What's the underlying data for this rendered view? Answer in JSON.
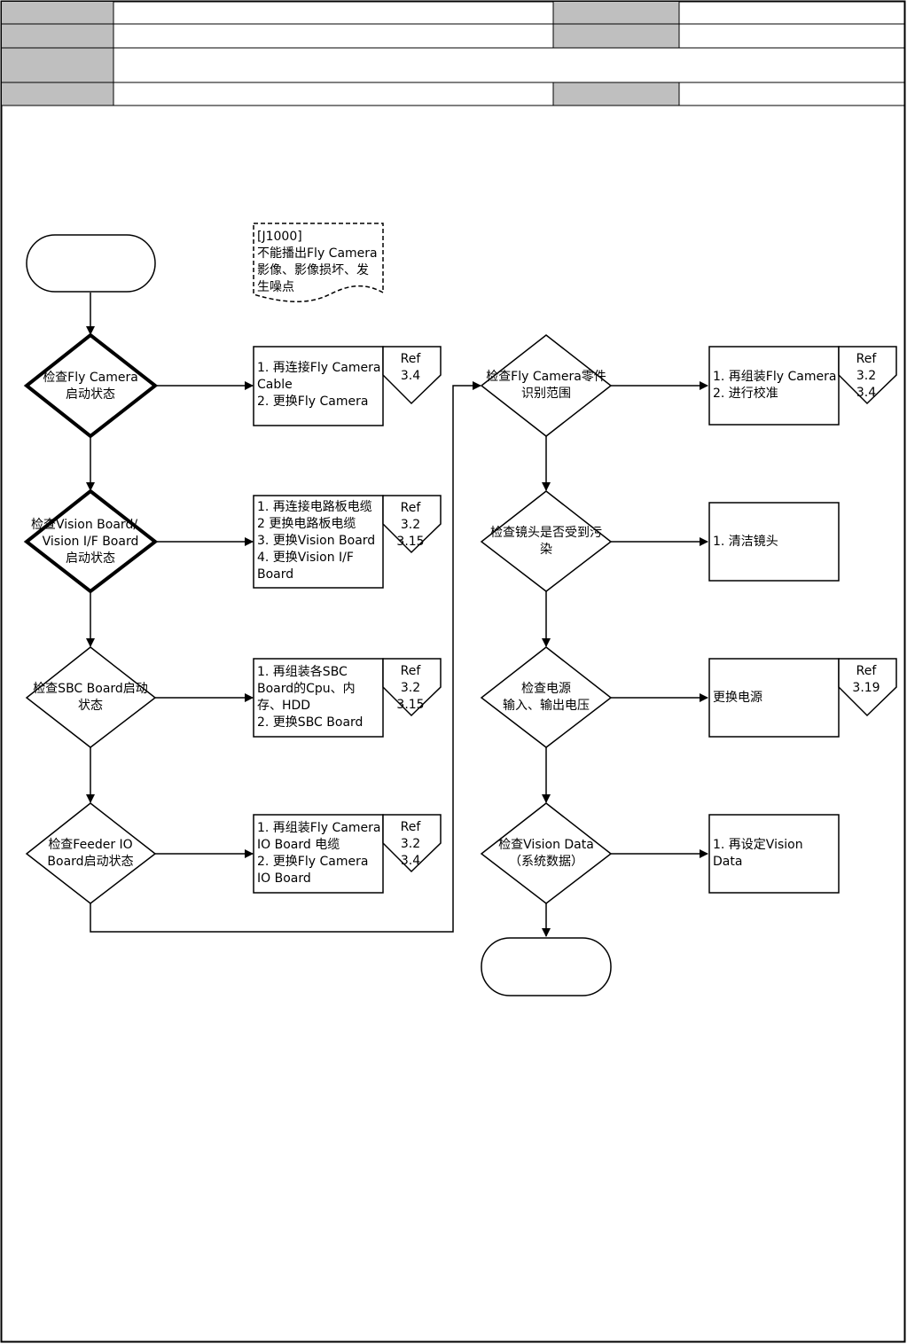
{
  "header": {
    "rows": [
      {
        "label": "",
        "value": "",
        "label2": "",
        "value2": ""
      },
      {
        "label": "",
        "value": "",
        "label2": "",
        "value2": ""
      },
      {
        "label": "",
        "value": ""
      },
      {
        "label": "",
        "value": "",
        "label2": "",
        "value2": ""
      }
    ]
  },
  "flowchart": {
    "start_label": "",
    "end_label": "",
    "symptom_note": [
      "[J1000]",
      "不能播出Fly Camera",
      "影像、影像损坏、发",
      "生噪点"
    ],
    "left_column": [
      {
        "check": [
          "检查Fly Camera",
          "启动状态"
        ],
        "action": [
          "1. 再连接Fly Camera",
          "Cable",
          "2. 更换Fly Camera"
        ],
        "ref": [
          "Ref",
          "3.4"
        ]
      },
      {
        "check": [
          "检查Vision Board/",
          "Vision I/F Board",
          "启动状态"
        ],
        "action": [
          "1. 再连接电路板电缆",
          "2 更换电路板电缆",
          "3. 更换Vision Board",
          "4. 更换Vision I/F",
          "Board"
        ],
        "ref": [
          "Ref",
          "3.2",
          "3.15"
        ]
      },
      {
        "check": [
          "检查SBC Board启动",
          "状态"
        ],
        "action": [
          "1. 再组装各SBC",
          "Board的Cpu、内",
          "存、HDD",
          "2. 更换SBC Board"
        ],
        "ref": [
          "Ref",
          "3.2",
          "3.15"
        ]
      },
      {
        "check": [
          "检查Feeder IO",
          "Board启动状态"
        ],
        "action": [
          "1. 再组装Fly Camera",
          "IO Board 电缆",
          "2. 更换Fly Camera",
          "IO Board"
        ],
        "ref": [
          "Ref",
          "3.2",
          "3.4"
        ]
      }
    ],
    "right_column": [
      {
        "check": [
          "检查Fly Camera零件",
          "识别范围"
        ],
        "action": [
          "1. 再组装Fly Camera",
          "2. 进行校准"
        ],
        "ref": [
          "Ref",
          "3.2",
          "3.4"
        ]
      },
      {
        "check": [
          "检查镜头是否受到污",
          "染"
        ],
        "action": [
          "1. 清洁镜头"
        ],
        "ref": []
      },
      {
        "check": [
          "检查电源",
          "输入、输出电压"
        ],
        "action": [
          "更换电源"
        ],
        "ref": [
          "Ref",
          "3.19"
        ]
      },
      {
        "check": [
          "检查Vision Data",
          "（系统数据）"
        ],
        "action": [
          "1. 再设定Vision",
          "Data"
        ],
        "ref": []
      }
    ]
  }
}
